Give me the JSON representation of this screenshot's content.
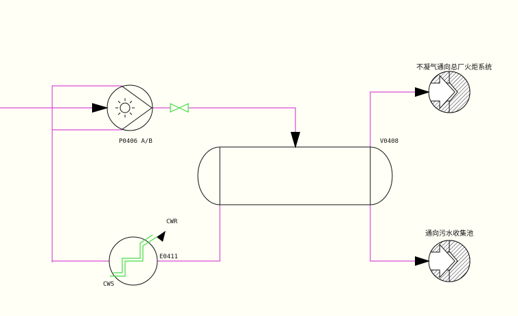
{
  "diagram": {
    "colors": {
      "background": "#fffff5",
      "process_line": "#d64ad6",
      "cooling_line": "#44dd44",
      "outline": "#111111"
    },
    "equipment": {
      "pump": {
        "tag": "P0406 A/B"
      },
      "vessel": {
        "tag": "V0408"
      },
      "exchanger": {
        "tag": "E0411",
        "cooling_in": "CWS",
        "cooling_out": "CWR"
      }
    },
    "destinations": {
      "gas": {
        "label": "不凝气通向总厂火炬系统",
        "icon": "offpage-arrow-icon"
      },
      "liquid": {
        "label": "通向污水收集池",
        "icon": "offpage-arrow-icon"
      }
    },
    "valve": {
      "icon": "gate-valve-icon"
    }
  }
}
